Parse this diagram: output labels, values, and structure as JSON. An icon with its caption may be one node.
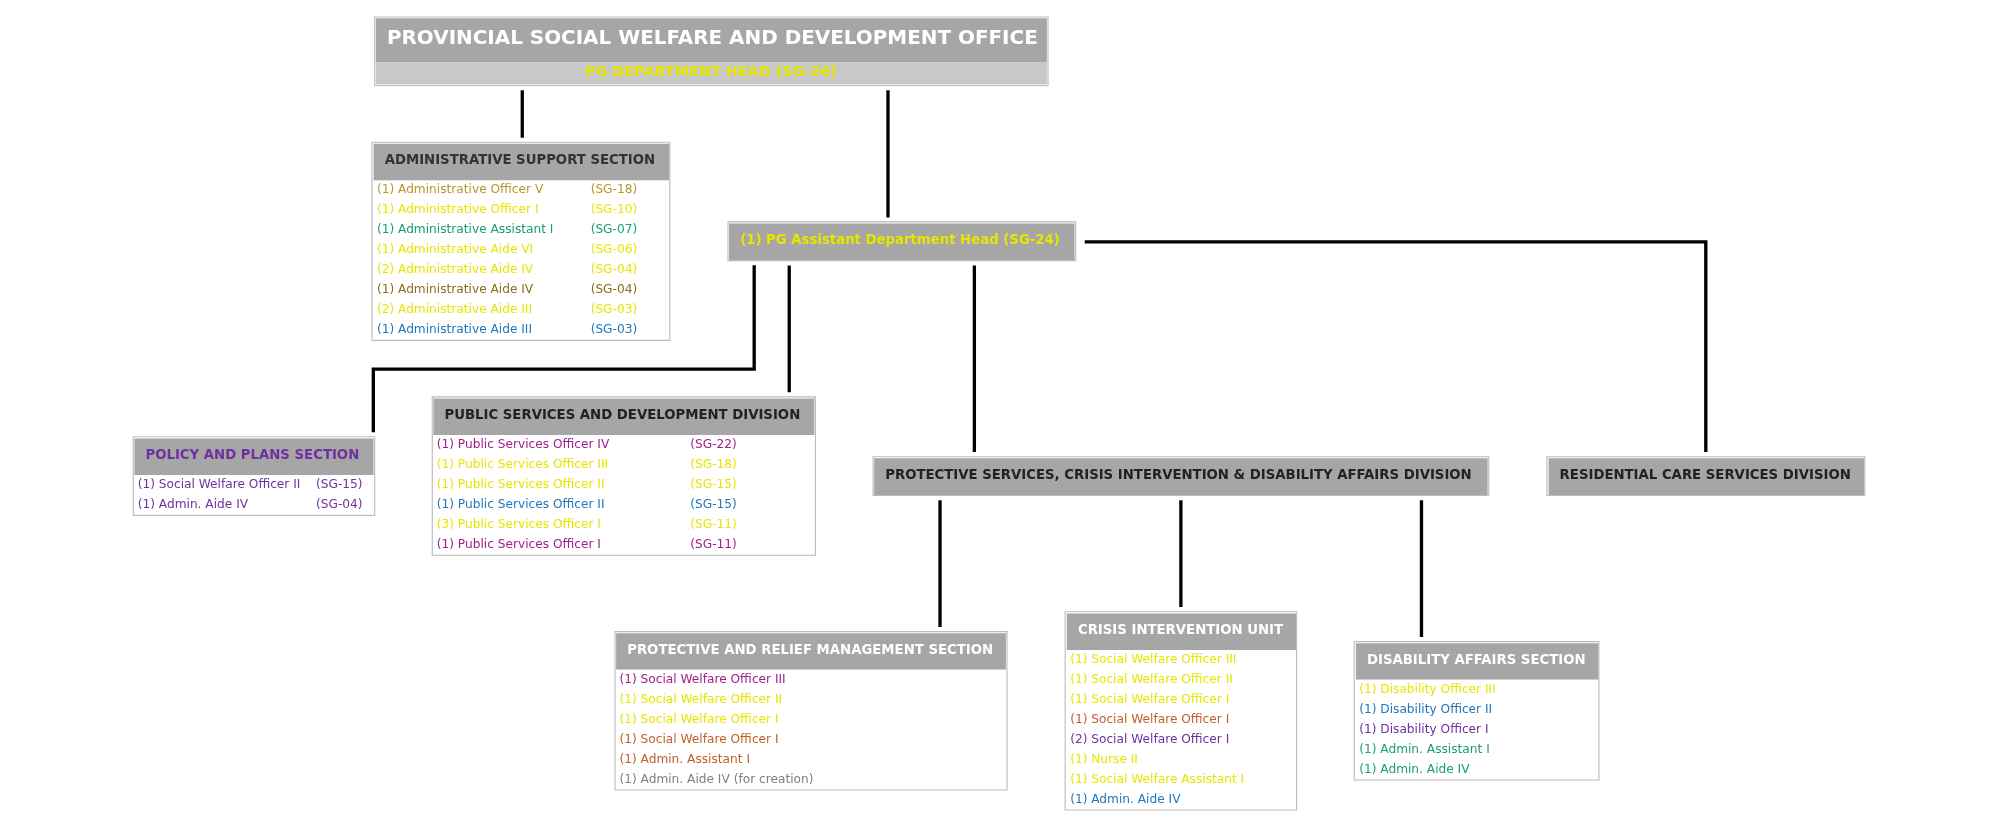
{
  "diagram": {
    "nodes": [
      {
        "text": [
          "PROVINCIAL SOCIAL WELFARE AND DEVELOPMENT OFFICE",
          "PG DEPARTMENT HEAD (SG-26)"
        ]
      },
      {
        "text": [
          "ADMINISTRATIVE SUPPORT SECTION",
          "(1) Administrative Officer V",
          "(SG-18)",
          "(1) Administrative Officer I",
          "(SG-10)",
          "(1) Administrative Assistant I",
          "(SG-07)",
          "(1) Administrative Aide VI",
          "(SG-06)",
          "(2) Administrative Aide IV",
          "(SG-04)",
          "(1) Administrative Aide IV",
          "(SG-04)",
          "(2) Administrative Aide III",
          "(SG-03)",
          "(1) Administrative Aide III",
          "(SG-03)"
        ]
      },
      {
        "text": [
          "(1) PG Assistant Department Head (SG-24)"
        ]
      },
      {
        "text": [
          "POLICY AND PLANS SECTION",
          "(1) Social Welfare Officer II",
          "(SG-15)",
          "(1) Admin. Aide IV",
          "(SG-04)"
        ]
      },
      {
        "text": [
          "PUBLIC SERVICES AND DEVELOPMENT DIVISION",
          "(1) Public Services Officer IV",
          "(SG-22)",
          "(1) Public Services Officer III",
          "(SG-18)",
          "(1) Public Services Officer II",
          "(SG-15)",
          "(1) Public Services Officer II",
          "(SG-15)",
          "(3) Public Services Officer I",
          "(SG-11)",
          "(1) Public Services Officer I",
          "(SG-11)"
        ]
      },
      {
        "text": [
          "PROTECTIVE SERVICES, CRISIS INTERVENTION & DISABILITY AFFAIRS DIVISION"
        ]
      },
      {
        "text": [
          "RESIDENTIAL CARE SERVICES DIVISION"
        ]
      },
      {
        "text": [
          "PROTECTIVE AND RELIEF MANAGEMENT SECTION",
          "(1) Social Welfare Officer III",
          "(1) Social Welfare Officer II",
          "(1) Social Welfare Officer I",
          "(1) Social Welfare Officer I",
          "(1) Admin. Assistant I",
          "(1) Admin. Aide IV (for creation)"
        ]
      },
      {
        "text": [
          "CRISIS INTERVENTION UNIT",
          "(1) Social Welfare Officer III",
          "(1) Social Welfare Officer II",
          "(1) Social Welfare Officer I",
          "(1) Social Welfare Officer I",
          "(2) Social Welfare Officer I",
          "(1) Nurse II",
          "(1) Social Welfare Assistant I",
          "(1) Admin. Aide IV"
        ]
      },
      {
        "text": [
          "DISABILITY AFFAIRS SECTION",
          "(1) Disability Officer III",
          "(1) Disability Officer II",
          "(1) Disability Officer I",
          "(1) Admin. Assistant I",
          "(1) Admin. Aide IV"
        ]
      }
    ],
    "edges": [
      {
        "from": 0,
        "to": 1,
        "arrow": "none"
      },
      {
        "from": 0,
        "to": 2,
        "arrow": "none"
      },
      {
        "from": 2,
        "to": 3,
        "arrow": "none"
      },
      {
        "from": 2,
        "to": 4,
        "arrow": "none"
      },
      {
        "from": 2,
        "to": 5,
        "arrow": "none"
      },
      {
        "from": 2,
        "to": 6,
        "arrow": "none"
      },
      {
        "from": 5,
        "to": 7,
        "arrow": "none"
      },
      {
        "from": 5,
        "to": 8,
        "arrow": "none"
      },
      {
        "from": 5,
        "to": 9,
        "arrow": "none"
      }
    ]
  }
}
